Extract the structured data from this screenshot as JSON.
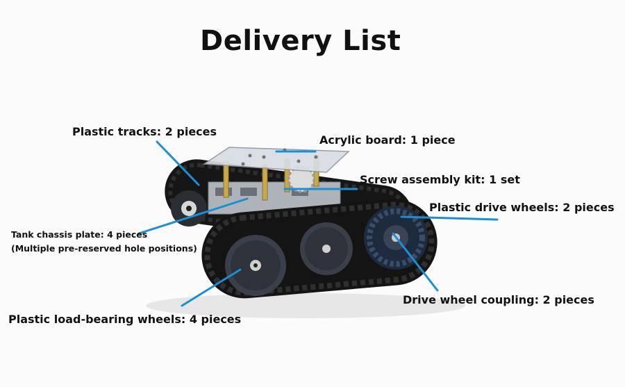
{
  "title": "Delivery List",
  "labels": {
    "plastic_tracks": "Plastic tracks: 2 pieces",
    "acrylic_board": "Acrylic board: 1 piece",
    "screw_kit": "Screw assembly kit: 1 set",
    "drive_wheels": "Plastic drive wheels: 2 pieces",
    "chassis_plate": "Tank chassis plate: 4 pieces",
    "chassis_plate_note": "(Multiple pre-reserved hole positions)",
    "load_wheels": "Plastic load-bearing wheels: 4 pieces",
    "coupling": "Drive wheel coupling: 2 pieces"
  },
  "colors": {
    "leader_line": "#1a8fd6",
    "track": "#1b1b1b",
    "wheel": "#3a3f4a",
    "aluminium": "#c8ccd2"
  }
}
